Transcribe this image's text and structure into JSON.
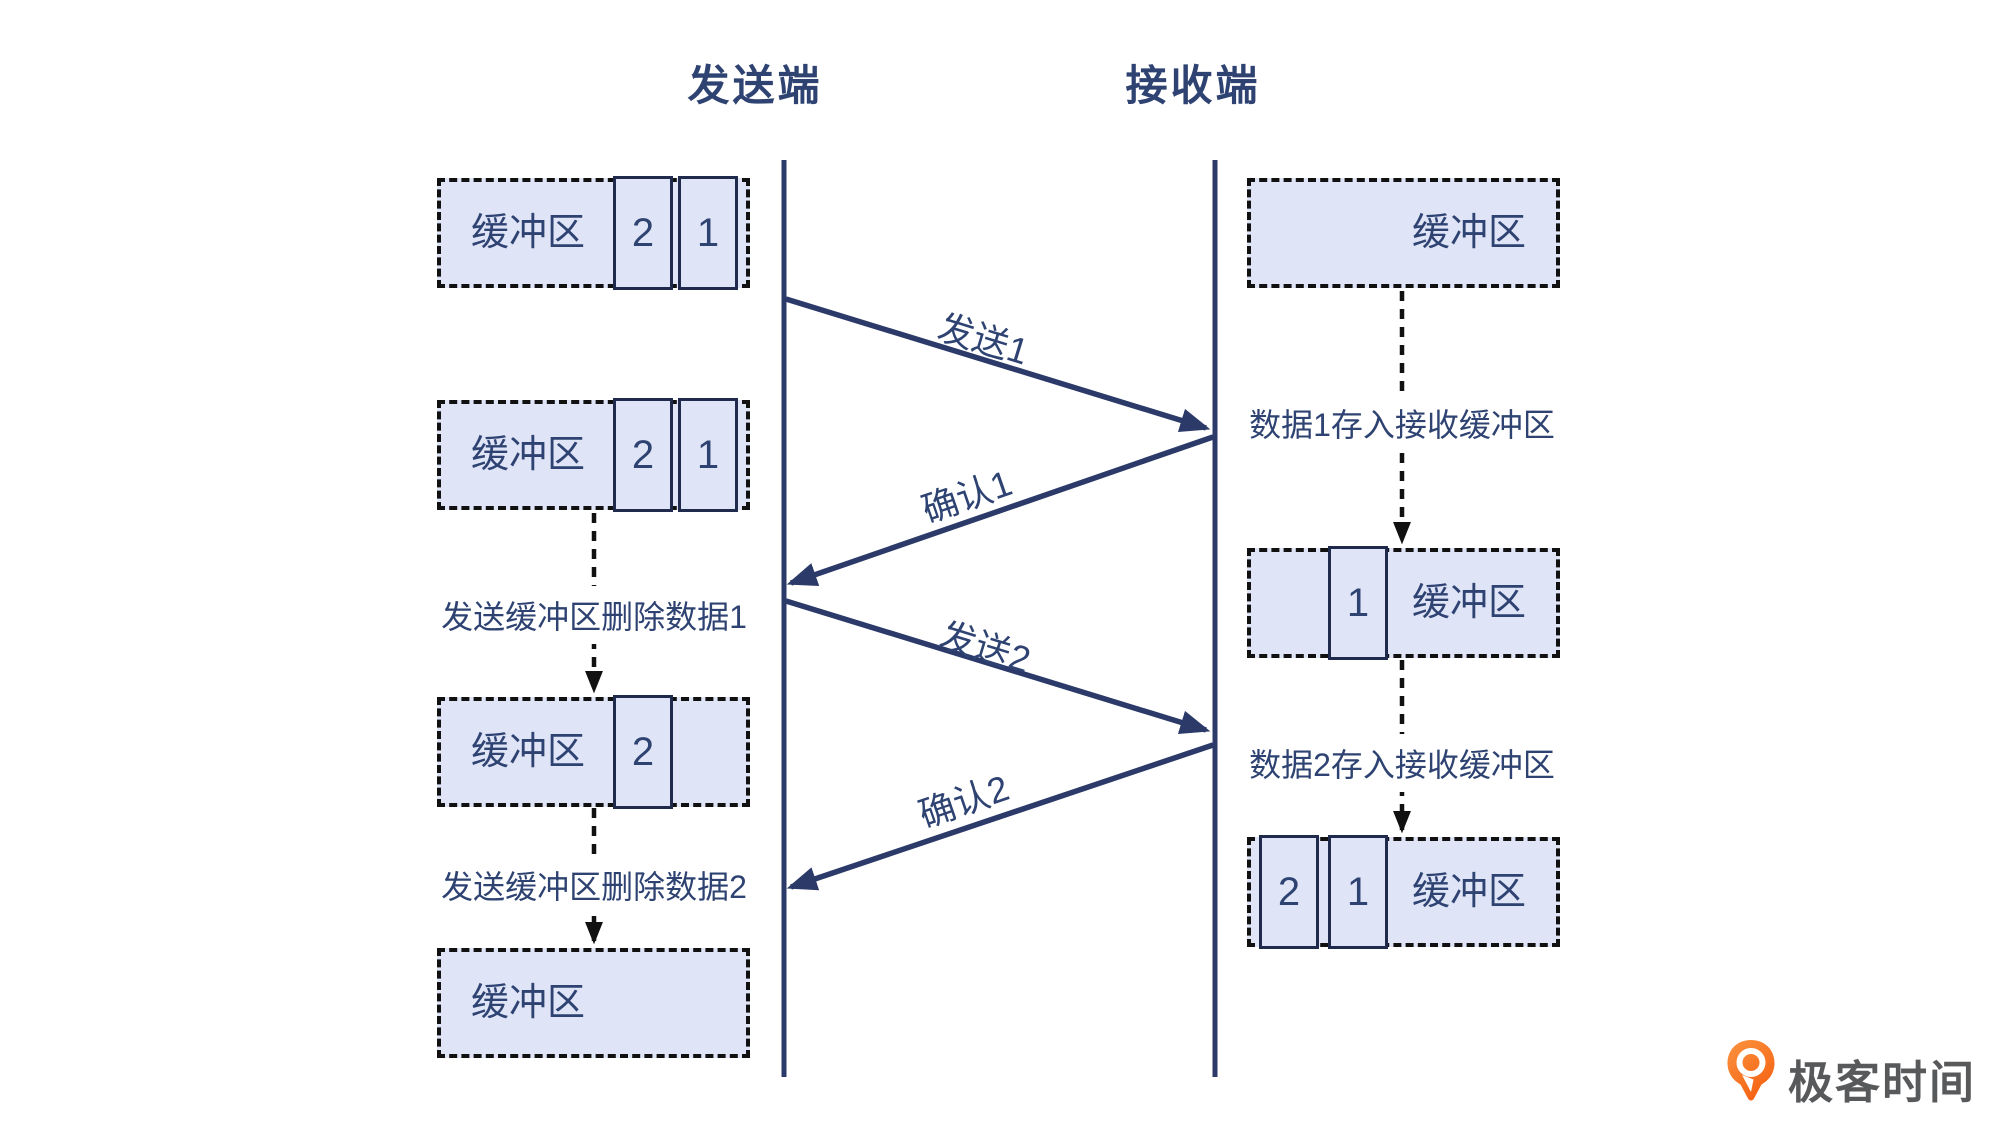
{
  "colors": {
    "navy": "#2b3a68",
    "textnavy": "#2e4372",
    "boxfill": "#e0e4f7",
    "dash": "#111111",
    "slotborder": "#1f2a4d",
    "logoorange": "#f8751d",
    "logogray": "#58595b"
  },
  "header": {
    "sender_title": "发送端",
    "receiver_title": "接收端"
  },
  "sender": {
    "buffers": [
      {
        "label": "缓冲区",
        "items": [
          "2",
          "1"
        ]
      },
      {
        "label": "缓冲区",
        "items": [
          "2",
          "1"
        ]
      },
      {
        "label": "缓冲区",
        "items": [
          "2"
        ]
      },
      {
        "label": "缓冲区",
        "items": []
      }
    ],
    "notes": [
      {
        "text": "发送缓冲区删除数据1"
      },
      {
        "text": "发送缓冲区删除数据2"
      }
    ]
  },
  "receiver": {
    "buffers": [
      {
        "label": "缓冲区",
        "items": []
      },
      {
        "label": "缓冲区",
        "items": [
          "1"
        ]
      },
      {
        "label": "缓冲区",
        "items": [
          "2",
          "1"
        ]
      }
    ],
    "notes": [
      {
        "text": "数据1存入接收缓冲区"
      },
      {
        "text": "数据2存入接收缓冲区"
      }
    ]
  },
  "messages": [
    {
      "label": "发送1"
    },
    {
      "label": "确认1"
    },
    {
      "label": "发送2"
    },
    {
      "label": "确认2"
    }
  ],
  "logo": {
    "text": "极客时间"
  }
}
